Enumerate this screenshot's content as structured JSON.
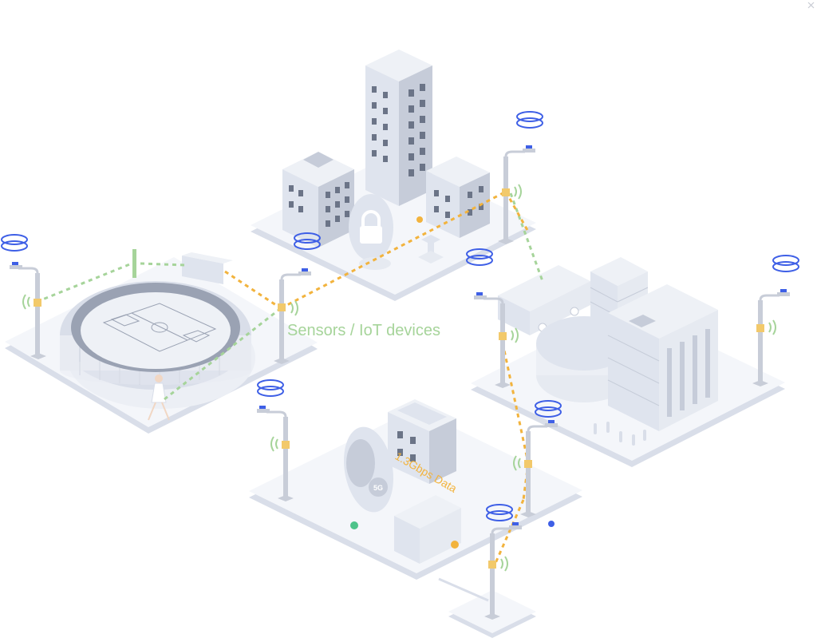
{
  "labels": {
    "sensors": "Sensors / IoT devices",
    "data_rate": "1.3Gbps Data",
    "network_badge": "5G"
  },
  "colors": {
    "platform_top": "#f4f6fa",
    "platform_side": "#d9dee9",
    "building": "#dfe4ee",
    "building_dark": "#c6ccd9",
    "window": "#6b7487",
    "sensor_link": "#a6d49a",
    "data_link": "#f2b33d",
    "antenna": "#3e5fe6",
    "lamp": "#c8cdd8",
    "dot_green": "#4dc38a",
    "dot_blue": "#3e5fe6",
    "dot_orange": "#f2b33d",
    "close_icon": "#c9ccd4"
  },
  "icons": [
    "close-icon",
    "lock-icon",
    "antenna-ring-icon",
    "street-lamp-icon",
    "signal-wave-icon"
  ]
}
